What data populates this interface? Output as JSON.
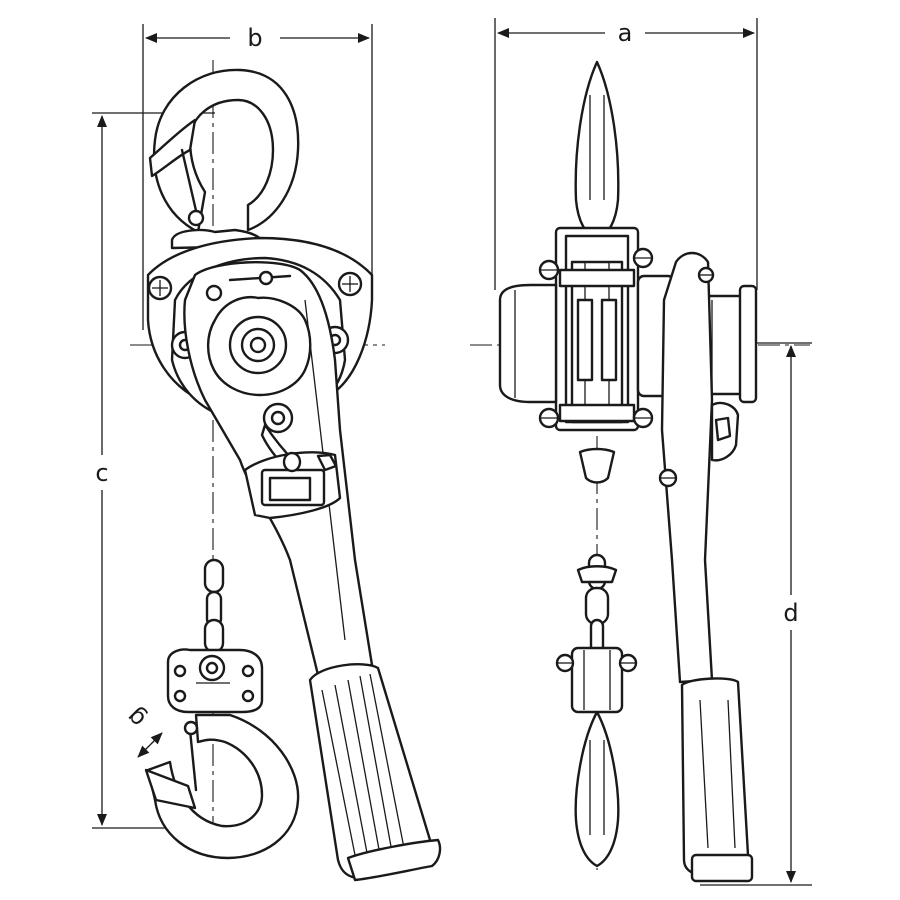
{
  "dimensions": {
    "a": "a",
    "b": "b",
    "c": "c",
    "d": "d",
    "g": "g"
  },
  "colors": {
    "line": "#1a1a1a",
    "background": "#ffffff"
  }
}
